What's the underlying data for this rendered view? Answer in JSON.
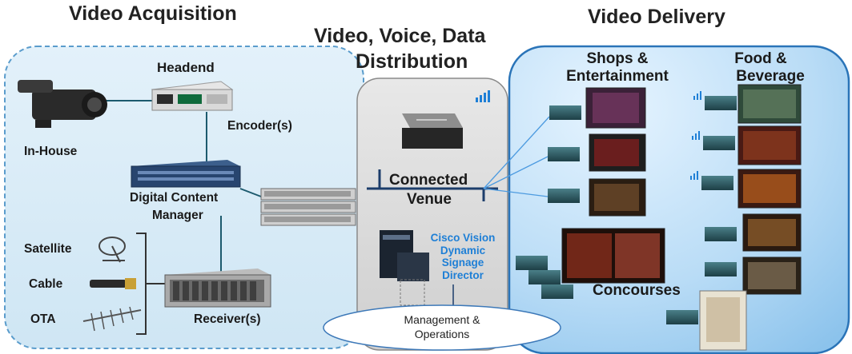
{
  "titles": {
    "acquisition": "Video Acquisition",
    "distribution_line1": "Video, Voice, Data",
    "distribution_line2": "Distribution",
    "delivery": "Video Delivery"
  },
  "acquisition": {
    "headend": "Headend",
    "encoders": "Encoder(s)",
    "in_house": "In-House",
    "dcm_line1": "Digital Content",
    "dcm_line2": "Manager",
    "satellite": "Satellite",
    "cable": "Cable",
    "ota": "OTA",
    "receivers": "Receiver(s)"
  },
  "distribution": {
    "venue_line1": "Connected",
    "venue_line2": "Venue",
    "cisco_line1": "Cisco Vision",
    "cisco_line2": "Dynamic",
    "cisco_line3": "Signage",
    "cisco_line4": "Director",
    "mgmt_line1": "Management &",
    "mgmt_line2": "Operations"
  },
  "delivery": {
    "shops_line1": "Shops &",
    "shops_line2": "Entertainment",
    "food_line1": "Food &",
    "food_line2": "Beverage",
    "concourses": "Concourses"
  },
  "colors": {
    "acq_panel": "#d7eaf6",
    "acq_border": "#5a9ccc",
    "dist_panel": "#d9d9d9",
    "delivery_panel": "#1f8fe6",
    "link_blue": "#1e7fd6",
    "line_navy": "#1c3d6b"
  }
}
